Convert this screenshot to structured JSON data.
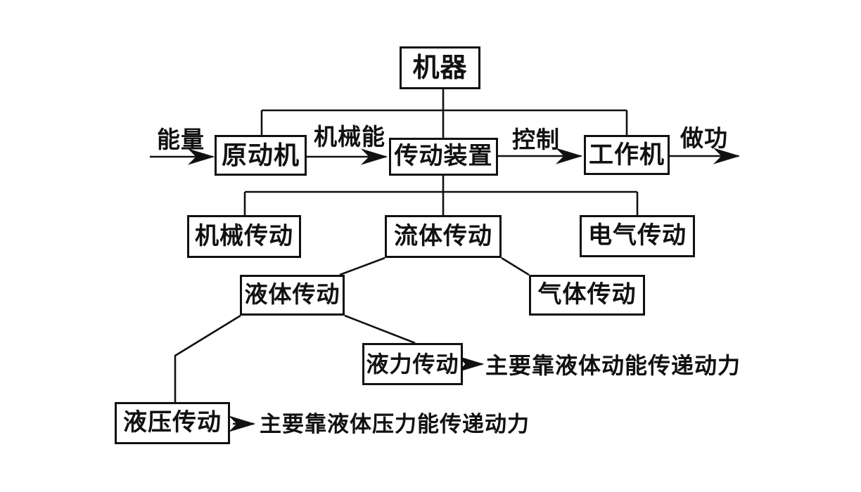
{
  "diagram": {
    "boxes": {
      "machine": {
        "label": "机器"
      },
      "prime_mover": {
        "label": "原动机"
      },
      "transmission_device": {
        "label": "传动装置"
      },
      "working_machine": {
        "label": "工作机"
      },
      "mechanical_transmission": {
        "label": "机械传动"
      },
      "fluid_transmission": {
        "label": "流体传动"
      },
      "electrical_transmission": {
        "label": "电气传动"
      },
      "liquid_transmission": {
        "label": "液体传动"
      },
      "gas_transmission": {
        "label": "气体传动"
      },
      "hydrodynamic_transmission": {
        "label": "液力传动"
      },
      "hydraulic_transmission": {
        "label": "液压传动"
      }
    },
    "flow_labels": {
      "energy": "能量",
      "mechanical_energy": "机械能",
      "control": "控制",
      "work": "做功"
    },
    "annotations": {
      "hydrodynamic_note": "主要靠液体动能传递动力",
      "hydraulic_note": "主要靠液体压力能传递动力"
    },
    "colors": {
      "line": "#111111",
      "background": "#ffffff"
    }
  }
}
